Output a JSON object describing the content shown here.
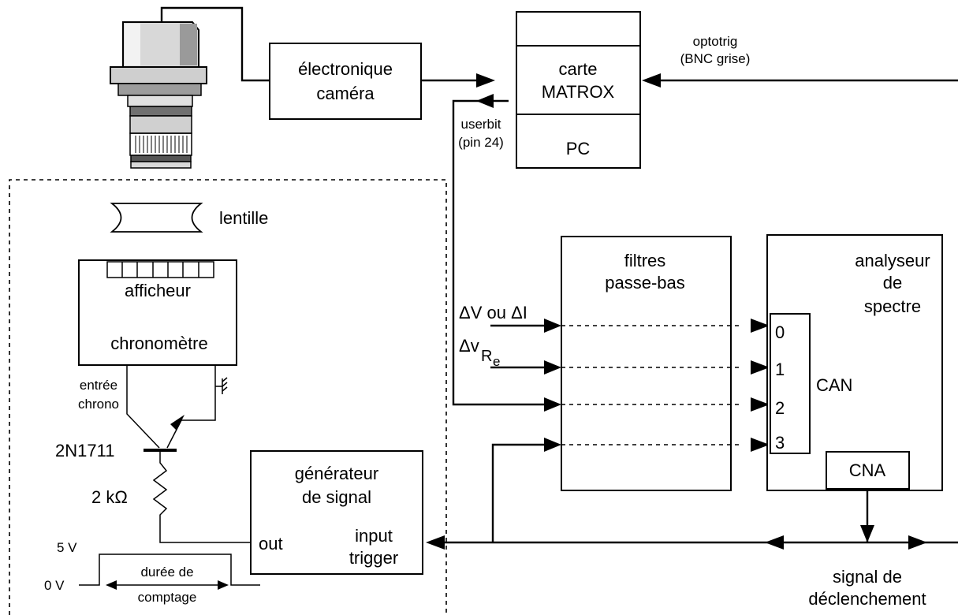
{
  "camera": {
    "electronics_label": [
      "électronique",
      "caméra"
    ]
  },
  "pc": {
    "card_label": [
      "carte",
      "MATROX"
    ],
    "pc_label": "PC",
    "optotrig_label": [
      "optotrig",
      "(BNC grise)"
    ],
    "userbit_label": [
      "userbit",
      "(pin 24)"
    ]
  },
  "optics": {
    "lens_label": "lentille"
  },
  "chrono": {
    "display_label": "afficheur",
    "chrono_label": "chronomètre",
    "input_label": [
      "entrée",
      "chrono"
    ]
  },
  "transistor": {
    "part_label": "2N1711",
    "resistor_label": "2 kΩ"
  },
  "generator": {
    "title": [
      "générateur",
      "de signal"
    ],
    "out_label": "out",
    "trigger_label": [
      "input",
      "trigger"
    ]
  },
  "pulse": {
    "high_label": "5 V",
    "low_label": "0 V",
    "duration_label": [
      "durée de",
      "comptage"
    ]
  },
  "filters": {
    "title": [
      "filtres",
      "passe-bas"
    ],
    "input_dv_label": "ΔV ou ΔI",
    "input_dvr_label": "Δv",
    "input_dvr_sub": "R",
    "input_dvr_subsub": "e"
  },
  "analyzer": {
    "title": [
      "analyseur",
      "de",
      "spectre"
    ],
    "can_label": "CAN",
    "cna_label": "CNA",
    "channels": [
      "0",
      "1",
      "2",
      "3"
    ]
  },
  "trigger": {
    "signal_label": [
      "signal de",
      "déclenchement"
    ]
  }
}
